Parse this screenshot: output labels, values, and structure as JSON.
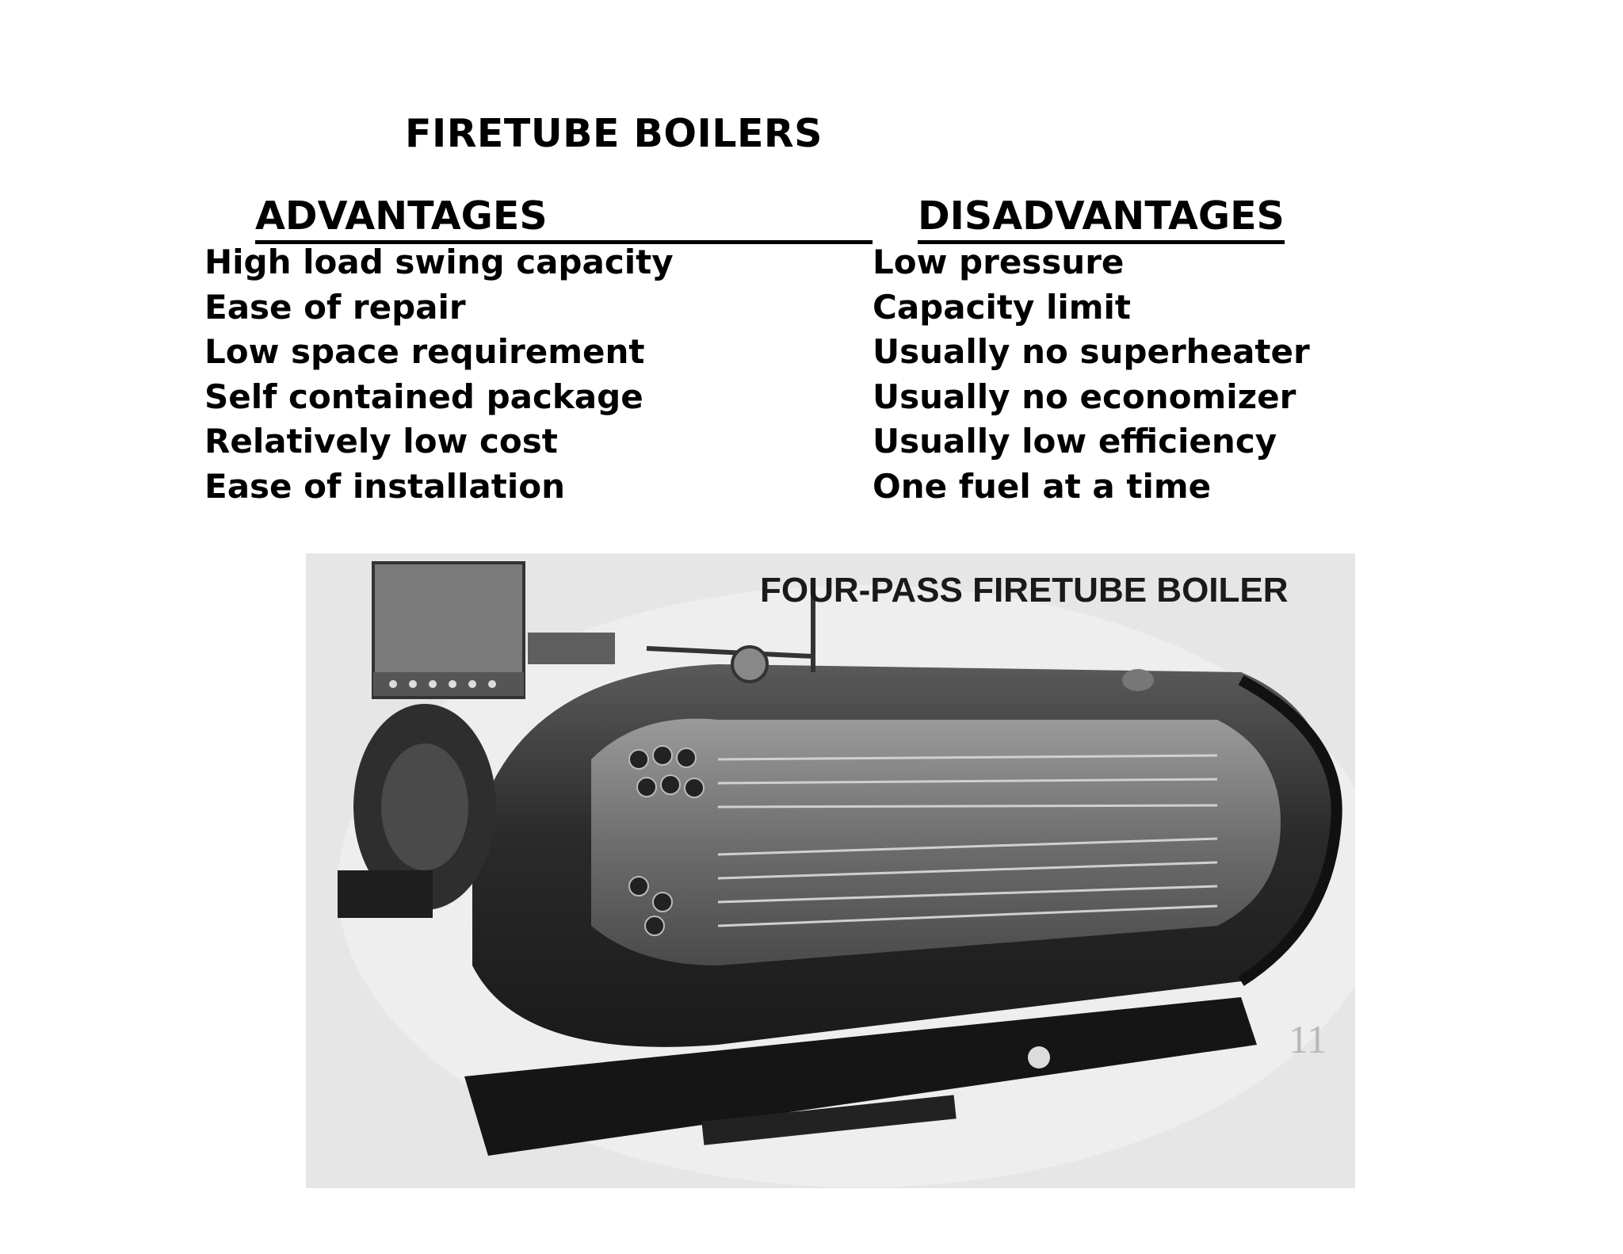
{
  "title": "FIRETUBE BOILERS",
  "advantages": {
    "heading": "ADVANTAGES",
    "items": [
      "High load swing capacity",
      "Ease of repair",
      "Low space requirement",
      "Self contained package",
      "Relatively low cost",
      "Ease of installation"
    ]
  },
  "disadvantages": {
    "heading": "DISADVANTAGES",
    "items": [
      "Low pressure",
      "Capacity limit",
      "Usually no superheater",
      "Usually no economizer",
      "Usually low efficiency",
      "One fuel at a time"
    ]
  },
  "figure": {
    "caption": "FOUR-PASS FIRETUBE BOILER",
    "subject": "boiler-cutaway-illustration"
  }
}
